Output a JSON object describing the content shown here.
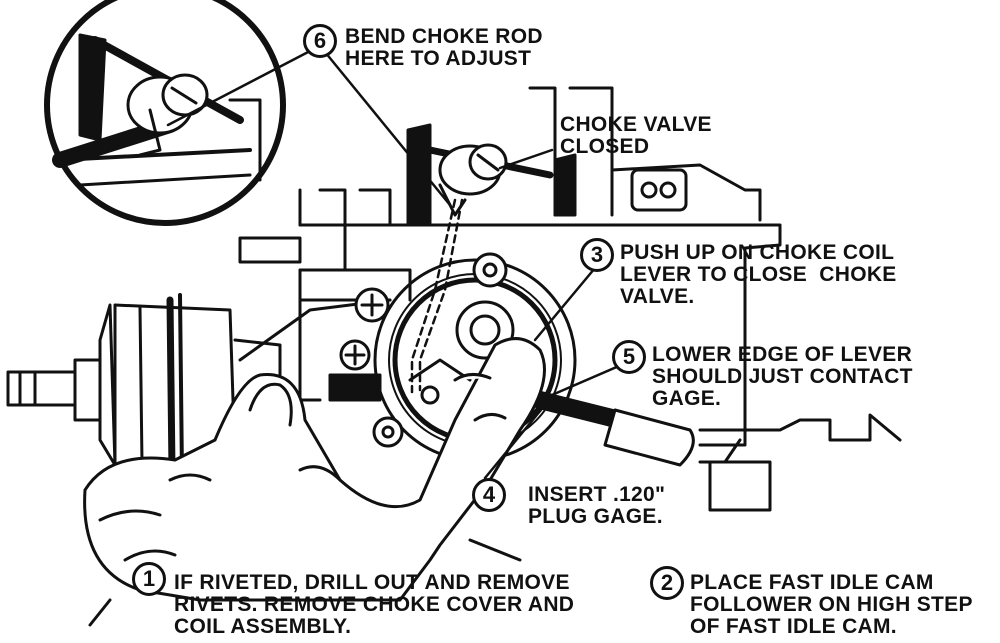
{
  "steps": [
    {
      "num": "1",
      "text": "IF RIVETED, DRILL OUT AND REMOVE\nRIVETS. REMOVE CHOKE COVER AND\nCOIL ASSEMBLY."
    },
    {
      "num": "2",
      "text": "PLACE FAST IDLE CAM\nFOLLOWER ON HIGH STEP\nOF FAST IDLE CAM."
    },
    {
      "num": "3",
      "text": "PUSH UP ON CHOKE COIL\nLEVER TO CLOSE  CHOKE\nVALVE."
    },
    {
      "num": "4",
      "text": "INSERT .120\"\nPLUG GAGE."
    },
    {
      "num": "5",
      "text": "LOWER EDGE OF LEVER\nSHOULD JUST CONTACT\nGAGE."
    },
    {
      "num": "6",
      "text": "BEND CHOKE ROD\nHERE TO ADJUST"
    }
  ],
  "callout": {
    "text": "CHOKE VALVE\nCLOSED"
  }
}
